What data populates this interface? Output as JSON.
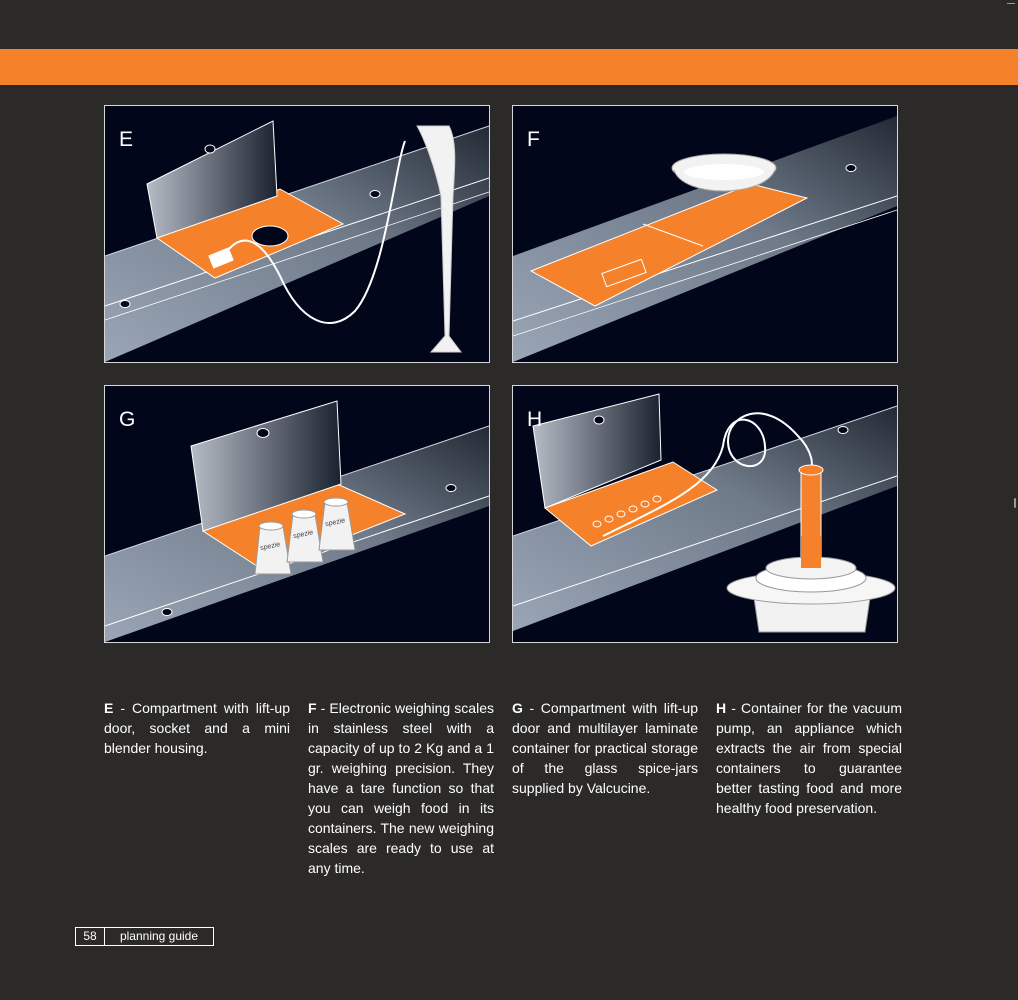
{
  "panels": [
    {
      "letter": "E",
      "spice_label": ""
    },
    {
      "letter": "F"
    },
    {
      "letter": "G",
      "spice_label": "spezie"
    },
    {
      "letter": "H"
    }
  ],
  "descriptions": [
    {
      "key": "E",
      "text": " - Compartment with lift-up door, socket and a mini blender housing."
    },
    {
      "key": "F",
      "text": " - Electronic weighing scales in stainless steel with a capacity of up to 2 Kg and a 1 gr. weighing precision. They have a tare function so that you can weigh food in its  containers. The new weighing scales are ready to use at any time."
    },
    {
      "key": "G",
      "text": " - Compartment with lift-up door and multilayer laminate container for practical storage of the glass spice-jars supplied by Valcucine."
    },
    {
      "key": "H",
      "text": " - Container for the vacuum pump, an appliance which extracts the air from special containers to guarantee better tasting food and more healthy food preservation."
    }
  ],
  "footer": {
    "page_number": "58",
    "label": "planning guide"
  },
  "colors": {
    "accent": "#f5822a",
    "background": "#2b2a29",
    "panel_background": "#02061a"
  }
}
